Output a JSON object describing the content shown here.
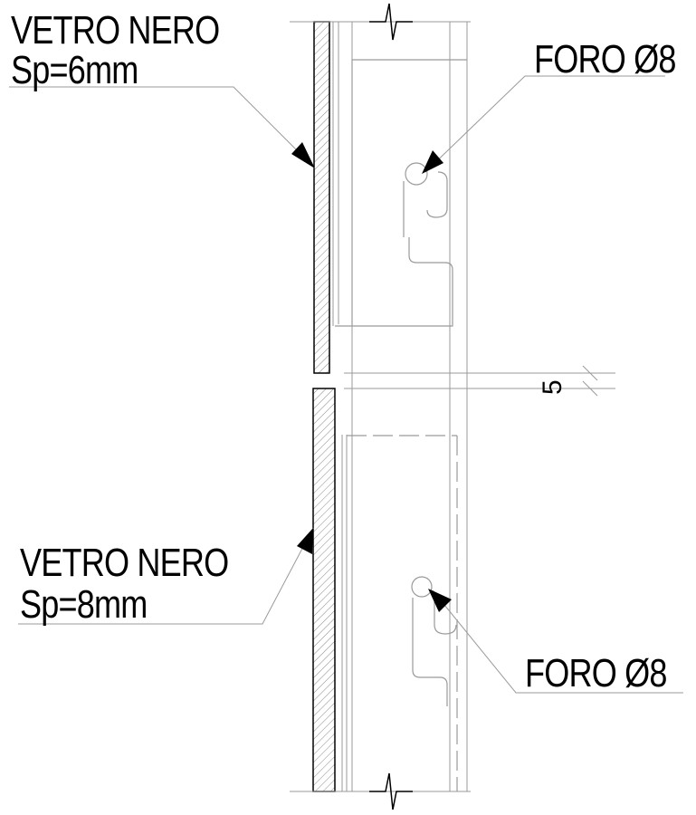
{
  "labels": {
    "glass_top_name": "VETRO NERO",
    "glass_top_thickness": "Sp=6mm",
    "glass_bottom_name": "VETRO NERO",
    "glass_bottom_thickness": "Sp=8mm",
    "hole_top": "FORO Ø8",
    "hole_bottom": "FORO Ø8",
    "gap_dimension": "5"
  },
  "colors": {
    "line": "#000000",
    "light_line": "#9a9a9a",
    "hatch": "#7a7a7a",
    "background": "#ffffff"
  }
}
